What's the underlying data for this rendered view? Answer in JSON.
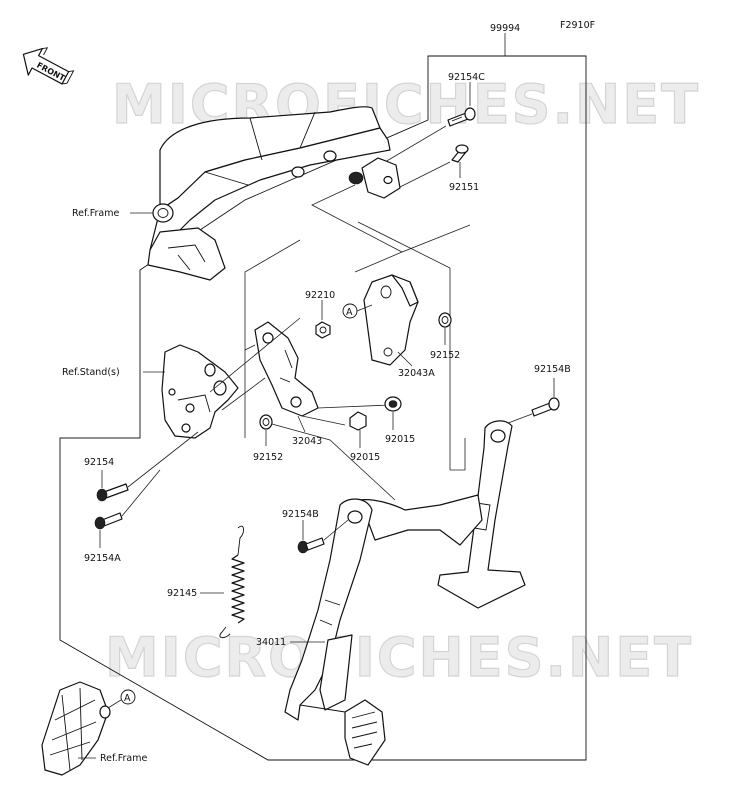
{
  "diagram": {
    "code": "F2910F",
    "front_label": "FRONT",
    "watermark": "MICROFICHES.NET",
    "callout": "A",
    "refs": {
      "frame_top": "Ref.Frame",
      "frame_bottom": "Ref.Frame",
      "stand": "Ref.Stand(s)"
    },
    "parts": {
      "p99994": "99994",
      "p92154C": "92154C",
      "p92151": "92151",
      "p92210": "92210",
      "p92152a": "92152",
      "p32043A": "32043A",
      "p92154B_r": "92154B",
      "p32043": "32043",
      "p92015a": "92015",
      "p92015b": "92015",
      "p92152b": "92152",
      "p92154": "92154",
      "p92154A": "92154A",
      "p92154B_c": "92154B",
      "p92145": "92145",
      "p34011": "34011"
    }
  }
}
